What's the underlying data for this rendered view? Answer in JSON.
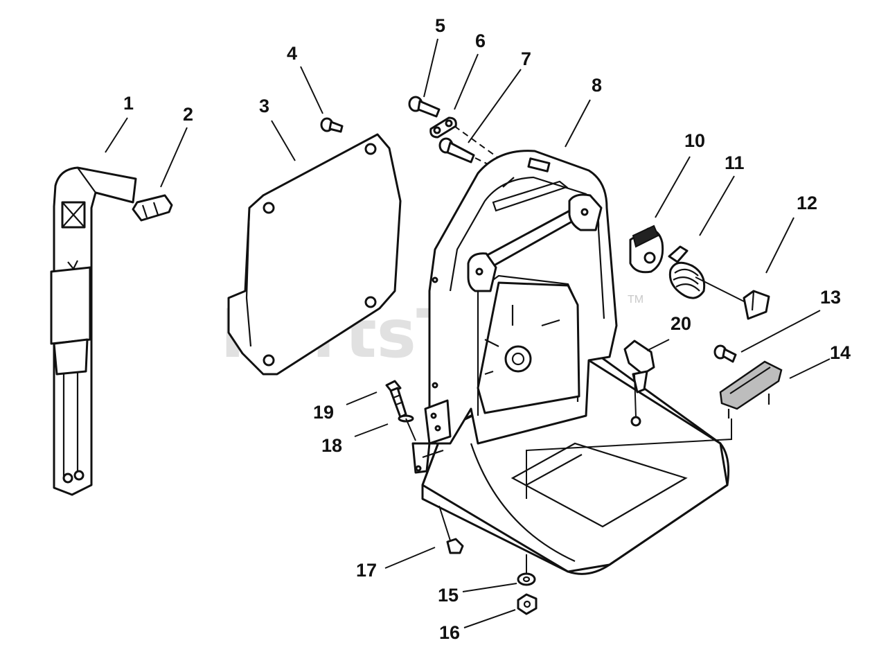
{
  "watermark": {
    "text": "PartsTree",
    "trademark": "TM"
  },
  "callouts": [
    {
      "id": "1",
      "label": "1"
    },
    {
      "id": "2",
      "label": "2"
    },
    {
      "id": "3",
      "label": "3"
    },
    {
      "id": "4",
      "label": "4"
    },
    {
      "id": "5",
      "label": "5"
    },
    {
      "id": "6",
      "label": "6"
    },
    {
      "id": "7",
      "label": "7"
    },
    {
      "id": "8",
      "label": "8"
    },
    {
      "id": "10",
      "label": "10"
    },
    {
      "id": "11",
      "label": "11"
    },
    {
      "id": "12",
      "label": "12"
    },
    {
      "id": "13",
      "label": "13"
    },
    {
      "id": "14",
      "label": "14"
    },
    {
      "id": "15",
      "label": "15"
    },
    {
      "id": "16",
      "label": "16"
    },
    {
      "id": "17",
      "label": "17"
    },
    {
      "id": "18",
      "label": "18"
    },
    {
      "id": "19",
      "label": "19"
    },
    {
      "id": "20",
      "label": "20"
    }
  ]
}
